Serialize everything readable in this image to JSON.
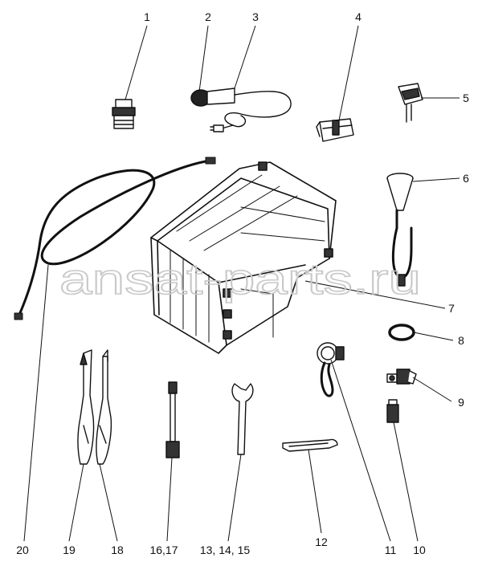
{
  "watermark": "ansat-parts.ru",
  "callouts": {
    "c1": "1",
    "c2": "2",
    "c3": "3",
    "c4": "4",
    "c5": "5",
    "c6": "6",
    "c7": "7",
    "c8": "8",
    "c9": "9",
    "c10": "10",
    "c11": "11",
    "c12": "12",
    "c13": "13, 14, 15",
    "c16": "16,17",
    "c18": "18",
    "c19": "19",
    "c20": "20"
  },
  "colors": {
    "ink": "#111111",
    "watermark": "#c9c9c9",
    "background": "#ffffff"
  }
}
